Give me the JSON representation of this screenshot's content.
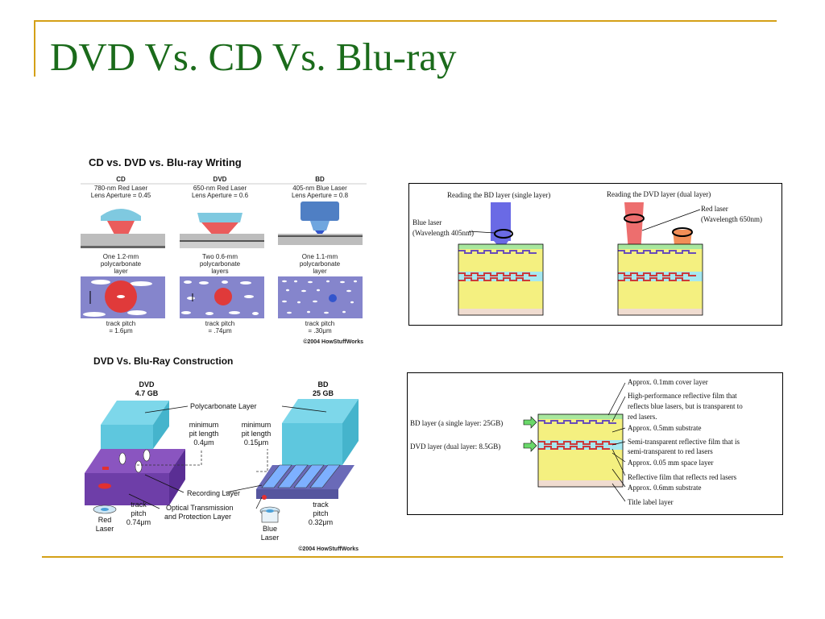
{
  "slide": {
    "title": "DVD Vs. CD Vs. Blu-ray"
  },
  "writing": {
    "title": "CD vs. DVD vs. Blu-ray Writing",
    "cd": {
      "head": "CD",
      "laser": "780-nm Red Laser",
      "aperture": "Lens Aperture = 0.45",
      "layer1": "One 1.2-mm",
      "layer2": "polycarbonate",
      "layer3": "layer",
      "pitch1": "track pitch",
      "pitch2": "= 1.6μm"
    },
    "dvd": {
      "head": "DVD",
      "laser": "650-nm Red Laser",
      "aperture": "Lens Aperture = 0.6",
      "layer1": "Two 0.6-mm",
      "layer2": "polycarbonate",
      "layer3": "layers",
      "pitch1": "track pitch",
      "pitch2": "= .74μm"
    },
    "bd": {
      "head": "BD",
      "laser": "405-nm Blue Laser",
      "aperture": "Lens Aperture = 0.8",
      "layer1": "One 1.1-mm",
      "layer2": "polycarbonate",
      "layer3": "layer",
      "pitch1": "track pitch",
      "pitch2": "= .30μm"
    },
    "copyright": "©2004 HowStuffWorks"
  },
  "construction": {
    "title": "DVD Vs. Blu-Ray Construction",
    "dvd_name": "DVD",
    "dvd_cap": "4.7 GB",
    "bd_name": "BD",
    "bd_cap": "25 GB",
    "polycarbonate": "Polycarbonate Layer",
    "dvd_pit1": "minimum",
    "dvd_pit2": "pit length",
    "dvd_pit3": "0.4μm",
    "bd_pit1": "minimum",
    "bd_pit2": "pit length",
    "bd_pit3": "0.15μm",
    "recording": "Recording Layer",
    "optical1": "Optical Transmission",
    "optical2": "and Protection Layer",
    "red1": "Red",
    "red2": "Laser",
    "dvd_track1": "track",
    "dvd_track2": "pitch",
    "dvd_track3": "0.74μm",
    "blue1": "Blue",
    "blue2": "Laser",
    "bd_track1": "track",
    "bd_track2": "pitch",
    "bd_track3": "0.32μm",
    "copyright": "©2004 HowStuffWorks"
  },
  "reading": {
    "bd_title": "Reading the BD layer (single layer)",
    "dvd_title": "Reading the DVD layer (dual layer)",
    "blue1": "Blue laser",
    "blue2": "(Wavelength 405nm)",
    "red1": "Red laser",
    "red2": "(Wavelength 650nm)"
  },
  "layers": {
    "cover": "Approx. 0.1mm cover layer",
    "film1": "High-performance reflective film that",
    "film2": "reflects blue lasers, but is transparent to",
    "film3": "red lasers.",
    "substrate05": "Approx. 0.5mm substrate",
    "semi1": "Semi-transparent reflective film that is",
    "semi2": "semi-transparent to red lasers",
    "space": "Approx. 0.05 mm space layer",
    "refl": "Reflective film that reflects red lasers",
    "substrate06": "Approx. 0.6mm substrate",
    "label": "Title label layer",
    "bd_layer": "BD layer (a single layer: 25GB)",
    "dvd_layer": "DVD layer (dual layer: 8.5GB)"
  },
  "colors": {
    "title": "#1b6b1b",
    "rule": "#d4a017",
    "disc_blue": "#7c7cc8",
    "red": "#e23030"
  }
}
